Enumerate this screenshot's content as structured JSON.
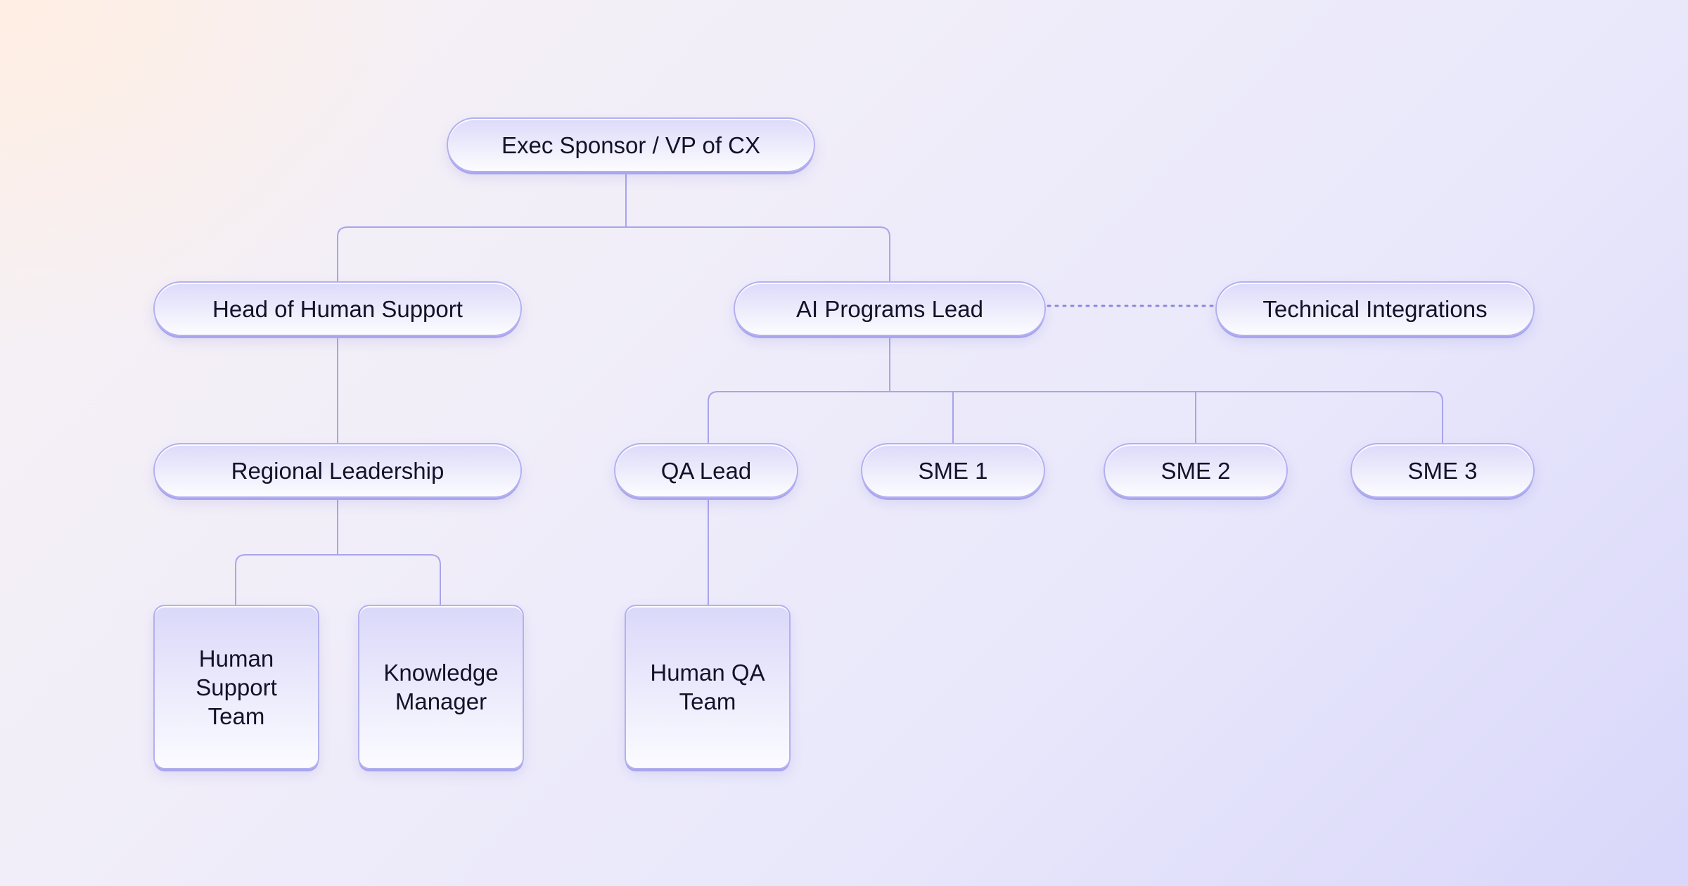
{
  "org_chart": {
    "exec_sponsor": "Exec Sponsor / VP of CX",
    "head_human_support": "Head of Human Support",
    "ai_programs_lead": "AI Programs Lead",
    "technical_integrations": "Technical Integrations",
    "regional_leadership": "Regional Leadership",
    "qa_lead": "QA Lead",
    "sme_1": "SME 1",
    "sme_2": "SME 2",
    "sme_3": "SME 3",
    "human_support_team": "Human\nSupport\nTeam",
    "knowledge_manager": "Knowledge\nManager",
    "human_qa_team": "Human QA\nTeam"
  },
  "colors": {
    "connector": "#a8a4ec",
    "node_border": "#b3b0f0",
    "text": "#12122a"
  }
}
